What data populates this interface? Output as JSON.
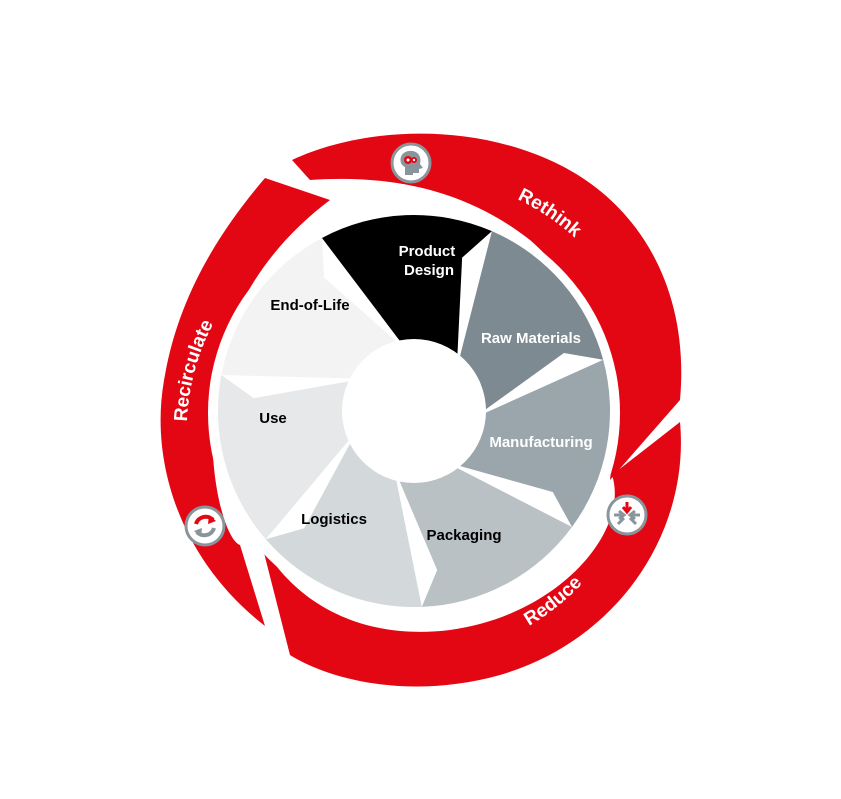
{
  "segments": [
    {
      "label_lines": [
        "Product",
        "Design"
      ],
      "color": "#000000",
      "text_color": "#ffffff"
    },
    {
      "label_lines": [
        "Raw Materials"
      ],
      "color": "#7d8a92",
      "text_color": "#ffffff"
    },
    {
      "label_lines": [
        "Manufacturing"
      ],
      "color": "#9aa6ac",
      "text_color": "#ffffff"
    },
    {
      "label_lines": [
        "Packaging"
      ],
      "color": "#b9c1c5",
      "text_color": "#000000"
    },
    {
      "label_lines": [
        "Logistics"
      ],
      "color": "#d3d8db",
      "text_color": "#000000"
    },
    {
      "label_lines": [
        "Use"
      ],
      "color": "#e6e8ea",
      "text_color": "#000000"
    },
    {
      "label_lines": [
        "End-of-Life"
      ],
      "color": "#f3f3f4",
      "text_color": "#000000"
    }
  ],
  "arrows": [
    {
      "label": "Rethink",
      "icon": "head-gears-icon"
    },
    {
      "label": "Reduce",
      "icon": "compress-arrows-icon"
    },
    {
      "label": "Recirculate",
      "icon": "recycle-arrows-icon"
    }
  ],
  "colors": {
    "accent": "#e30613",
    "ring_bg": "#ffffff",
    "icon_grey": "#8a959b"
  }
}
